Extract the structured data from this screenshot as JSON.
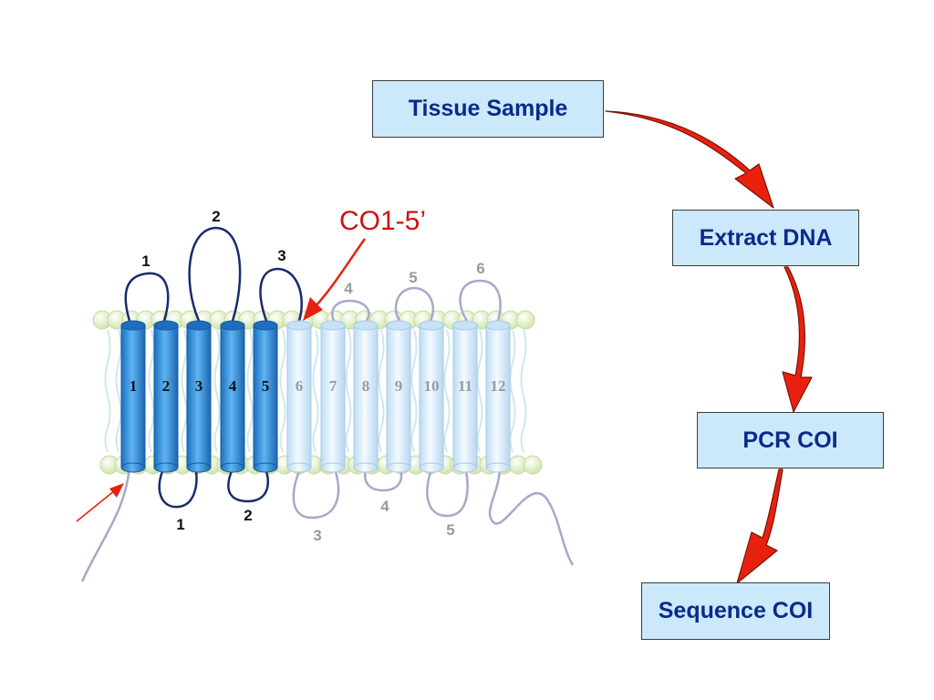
{
  "workflow": {
    "steps": [
      "Tissue Sample",
      "Extract DNA",
      "PCR COI",
      "Sequence COI"
    ]
  },
  "diagram": {
    "callout_label": "CO1-5’",
    "helices": [
      {
        "label": "1",
        "highlighted": true
      },
      {
        "label": "2",
        "highlighted": true
      },
      {
        "label": "3",
        "highlighted": true
      },
      {
        "label": "4",
        "highlighted": true
      },
      {
        "label": "5",
        "highlighted": true
      },
      {
        "label": "6",
        "highlighted": false
      },
      {
        "label": "7",
        "highlighted": false
      },
      {
        "label": "8",
        "highlighted": false
      },
      {
        "label": "9",
        "highlighted": false
      },
      {
        "label": "10",
        "highlighted": false
      },
      {
        "label": "11",
        "highlighted": false
      },
      {
        "label": "12",
        "highlighted": false
      }
    ],
    "top_loops": [
      "1",
      "2",
      "3",
      "4",
      "5",
      "6"
    ],
    "bottom_loops": [
      "1",
      "2",
      "3",
      "4",
      "5"
    ]
  },
  "colors": {
    "arrow_red": "#e8210f",
    "box_fill": "#cce8fb",
    "box_text": "#0a2a8c",
    "callout_text": "#cc1111",
    "helix_dark": "#2a86d6",
    "helix_light": "#dcefff",
    "loop_dark": "#1a2a6e",
    "loop_light": "#a8a8c8",
    "membrane_bead": "#dff0c4"
  }
}
